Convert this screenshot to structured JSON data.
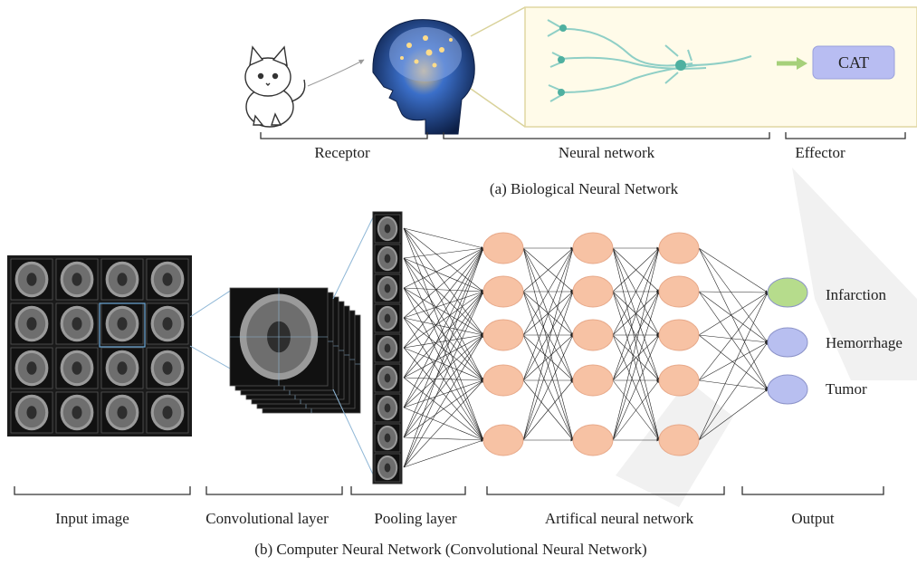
{
  "top": {
    "effector_box_label": "CAT",
    "sections": {
      "receptor": "Receptor",
      "neural_network": "Neural network",
      "effector": "Effector"
    },
    "caption": "(a) Biological Neural Network"
  },
  "bottom": {
    "outputs": [
      "Infarction",
      "Hemorrhage",
      "Tumor"
    ],
    "sections": {
      "input_image": "Input image",
      "convolutional_layer": "Convolutional layer",
      "pooling_layer": "Pooling layer",
      "ann": "Artifical neural network",
      "output": "Output"
    },
    "caption": "(b) Computer Neural Network (Convolutional Neural Network)"
  },
  "colors": {
    "hidden_node": "#f7c2a4",
    "infarction_node": "#b6dc8c",
    "other_output_node": "#b8bff0",
    "cat_box": "#b8bdf2",
    "neuron": "#8fcfc6",
    "brain": "#1a3a78",
    "watermark": "#f0f0f0"
  }
}
